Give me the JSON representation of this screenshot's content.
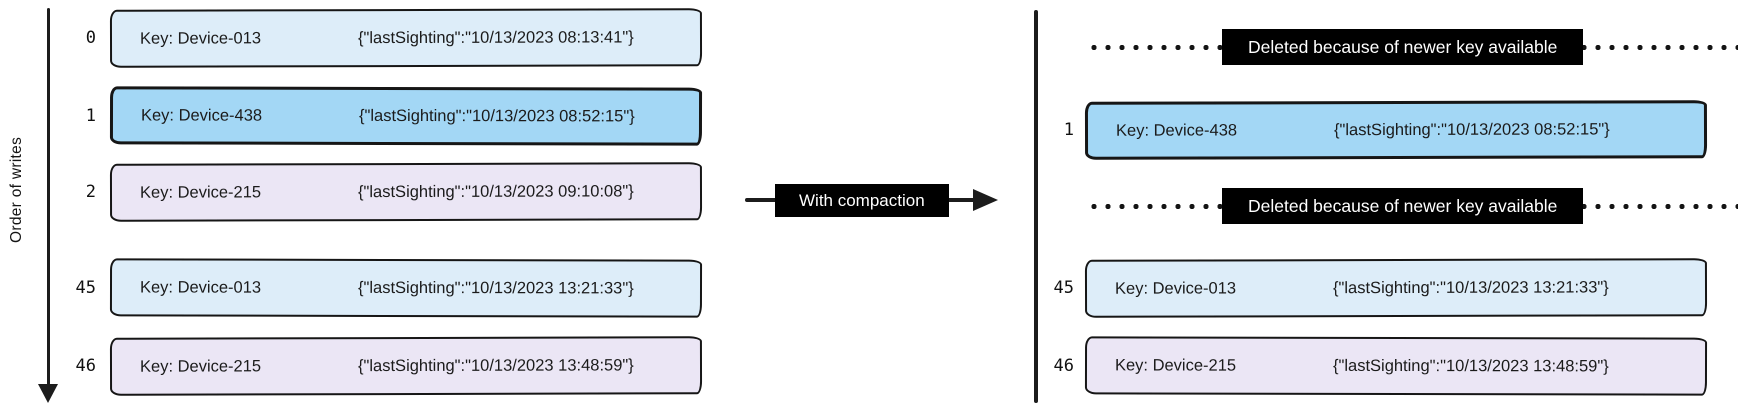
{
  "colors": {
    "ink": "#1a1a1a",
    "label_box_bg": "#000000",
    "label_box_text": "#ffffff",
    "light_blue": "#ddedf9",
    "blue": "#a3d7f5",
    "lavender": "#ebe6f5"
  },
  "left": {
    "axis_label": "Order of writes",
    "rows": [
      {
        "index": "0",
        "key": "Key: Device-013",
        "value": "{\"lastSighting\":\"10/13/2023 08:13:41\"}",
        "fill": "light_blue"
      },
      {
        "index": "1",
        "key": "Key: Device-438",
        "value": "{\"lastSighting\":\"10/13/2023 08:52:15\"}",
        "fill": "blue"
      },
      {
        "index": "2",
        "key": "Key: Device-215",
        "value": "{\"lastSighting\":\"10/13/2023 09:10:08\"}",
        "fill": "lavender"
      },
      {
        "index": "45",
        "key": "Key: Device-013",
        "value": "{\"lastSighting\":\"10/13/2023 13:21:33\"}",
        "fill": "light_blue"
      },
      {
        "index": "46",
        "key": "Key: Device-215",
        "value": "{\"lastSighting\":\"10/13/2023 13:48:59\"}",
        "fill": "lavender"
      }
    ]
  },
  "arrow": {
    "label": "With compaction"
  },
  "right": {
    "deleted_label": "Deleted because of newer key available",
    "rows": [
      {
        "type": "deleted"
      },
      {
        "type": "record",
        "index": "1",
        "key": "Key: Device-438",
        "value": "{\"lastSighting\":\"10/13/2023 08:52:15\"}",
        "fill": "blue"
      },
      {
        "type": "deleted"
      },
      {
        "type": "record",
        "index": "45",
        "key": "Key: Device-013",
        "value": "{\"lastSighting\":\"10/13/2023 13:21:33\"}",
        "fill": "light_blue"
      },
      {
        "type": "record",
        "index": "46",
        "key": "Key: Device-215",
        "value": "{\"lastSighting\":\"10/13/2023 13:48:59\"}",
        "fill": "lavender"
      }
    ]
  }
}
